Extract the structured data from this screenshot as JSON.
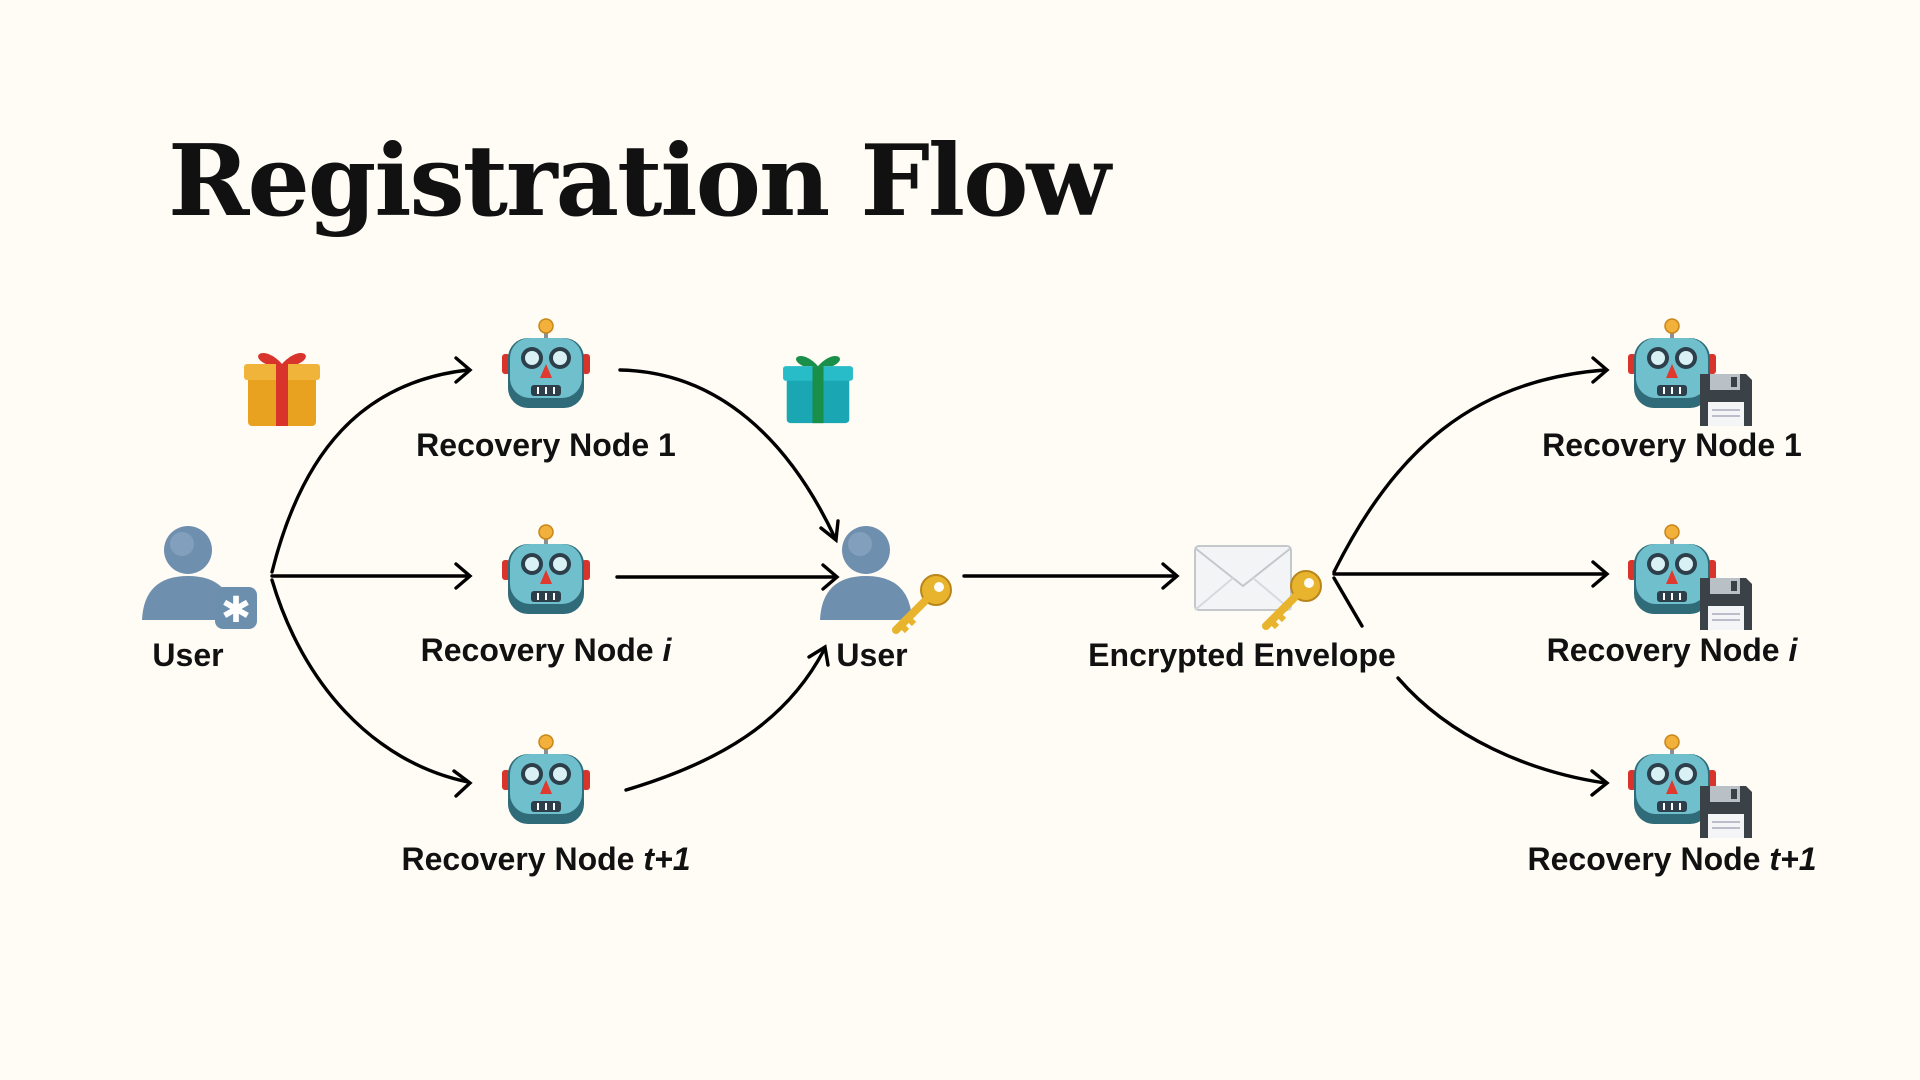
{
  "title": "Registration Flow",
  "nodes": {
    "user": "User",
    "recovery_1": "Recovery Node 1",
    "recovery_i": "Recovery Node",
    "recovery_i_var": "i",
    "recovery_t": "Recovery Node",
    "recovery_t_var": "t+1",
    "user_key": "User",
    "envelope": "Encrypted Envelope",
    "stored_1": "Recovery Node 1",
    "stored_i": "Recovery Node",
    "stored_i_var": "i",
    "stored_t": "Recovery Node",
    "stored_t_var": "t+1"
  },
  "icons": {
    "user": "bust-in-silhouette-icon",
    "asterisk_badge": "asterisk-icon",
    "gift_red": "gift-icon",
    "gift_teal": "gift-icon",
    "robot": "robot-icon",
    "key": "key-icon",
    "envelope": "envelope-icon",
    "floppy": "floppy-disk-icon"
  },
  "colors": {
    "background": "#fffcf5",
    "text": "#111111",
    "edge": "#000000"
  }
}
